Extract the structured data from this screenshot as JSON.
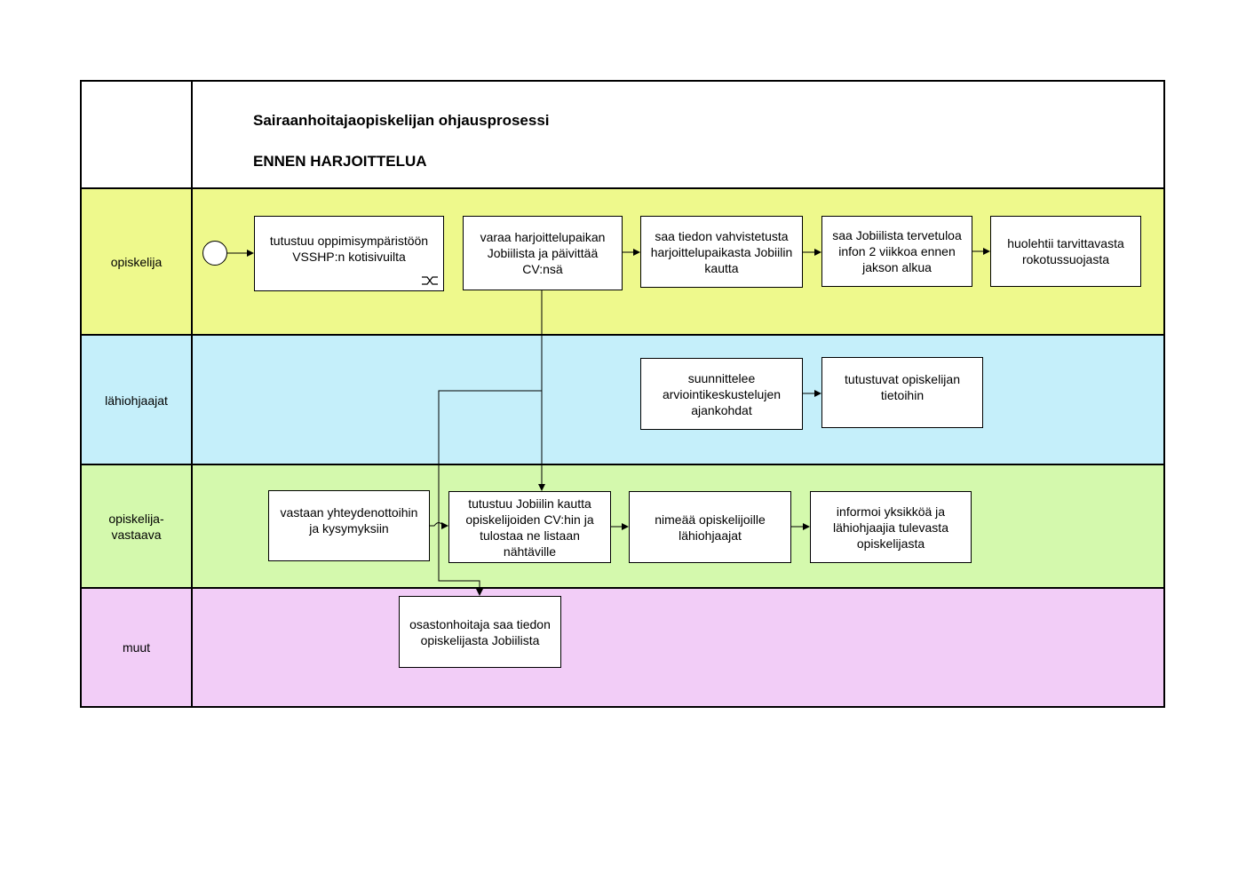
{
  "header": {
    "title": "Sairaanhoitajaopiskelijan ohjausprosessi",
    "subtitle": "ENNEN HARJOITTELUA"
  },
  "colors": {
    "lane_opiskelija": "#eef98c",
    "lane_lahiohjaajat": "#c5effa",
    "lane_vastaava": "#d4f9ad",
    "lane_muut": "#f2cdf7"
  },
  "lanes": [
    {
      "label": "opiskelija"
    },
    {
      "label": "lähiohjaajat"
    },
    {
      "label": "opiskelija-\nvastaava"
    },
    {
      "label": "muut"
    }
  ],
  "tasks": {
    "t1": "tutustuu oppimisympäristöön VSSHP:n kotisivuilta",
    "t2": "varaa harjoittelupaikan Jobiilista ja päivittää CV:nsä",
    "t3": "saa tiedon vahvistetusta harjoittelupaikasta Jobiilin kautta",
    "t4": "saa Jobiilista tervetuloa infon 2 viikkoa ennen jakson alkua",
    "t5": "huolehtii tarvittavasta rokotussuojasta",
    "t6": "suunnittelee arviointikeskustelujen ajankohdat",
    "t7": "tutustuvat opiskelijan tietoihin",
    "t8": "vastaan yhteydenottoihin ja kysymyksiin",
    "t9": "tutustuu Jobiilin kautta opiskelijoiden CV:hin ja tulostaa ne listaan nähtäville",
    "t10": "nimeää opiskelijoille lähiohjaajat",
    "t11": "informoi yksikköä ja lähiohjaajia tulevasta opiskelijasta",
    "t12": "osastonhoitaja saa tiedon opiskelijasta Jobiilista"
  },
  "icons": {
    "start": "start-event-circle",
    "subprocess": "subprocess-link-icon"
  }
}
